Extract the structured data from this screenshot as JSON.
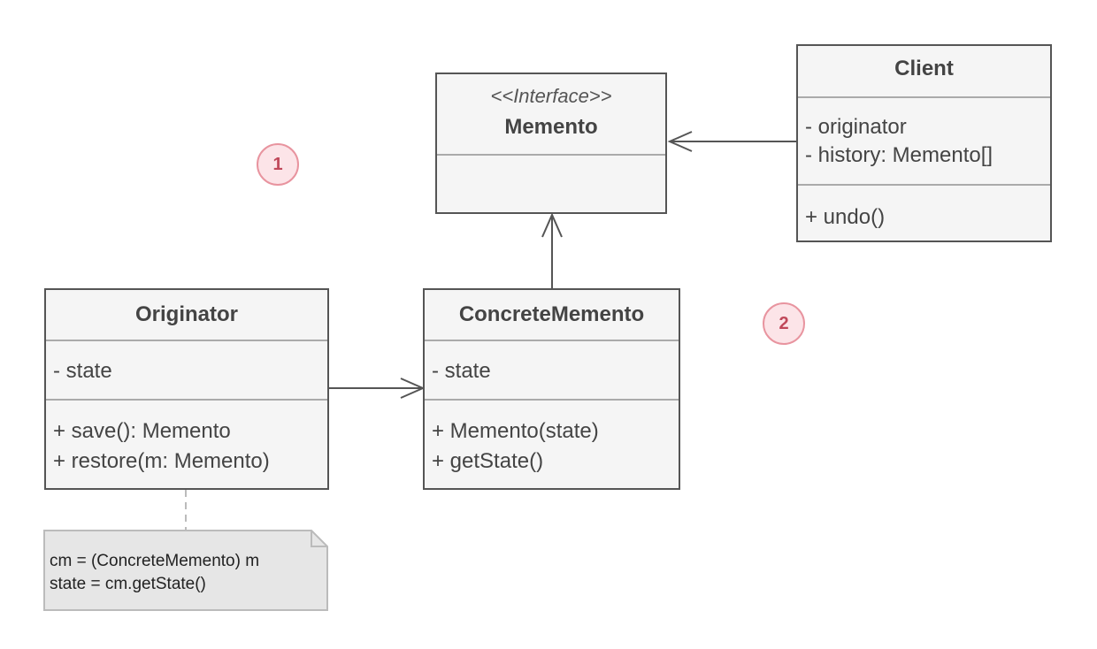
{
  "memento": {
    "stereotype": "<<Interface>>",
    "name": "Memento"
  },
  "client": {
    "name": "Client",
    "fields": [
      "- originator",
      "- history: Memento[]"
    ],
    "methods": [
      "+ undo()"
    ]
  },
  "originator": {
    "name": "Originator",
    "fields": [
      "- state"
    ],
    "methods": [
      "+ save(): Memento",
      "+ restore(m: Memento)"
    ]
  },
  "concrete": {
    "name": "ConcreteMemento",
    "fields": [
      "- state"
    ],
    "methods": [
      "+ Memento(state)",
      "+ getState()"
    ]
  },
  "note": {
    "lines": [
      "cm = (ConcreteMemento) m",
      "state = cm.getState()"
    ]
  },
  "badges": [
    "1",
    "2"
  ],
  "colors": {
    "box_fill": "#f5f5f5",
    "box_border": "#555555",
    "badge_fill": "#fce4e8",
    "badge_text": "#c0485a",
    "note_fill": "#e6e6e6"
  }
}
